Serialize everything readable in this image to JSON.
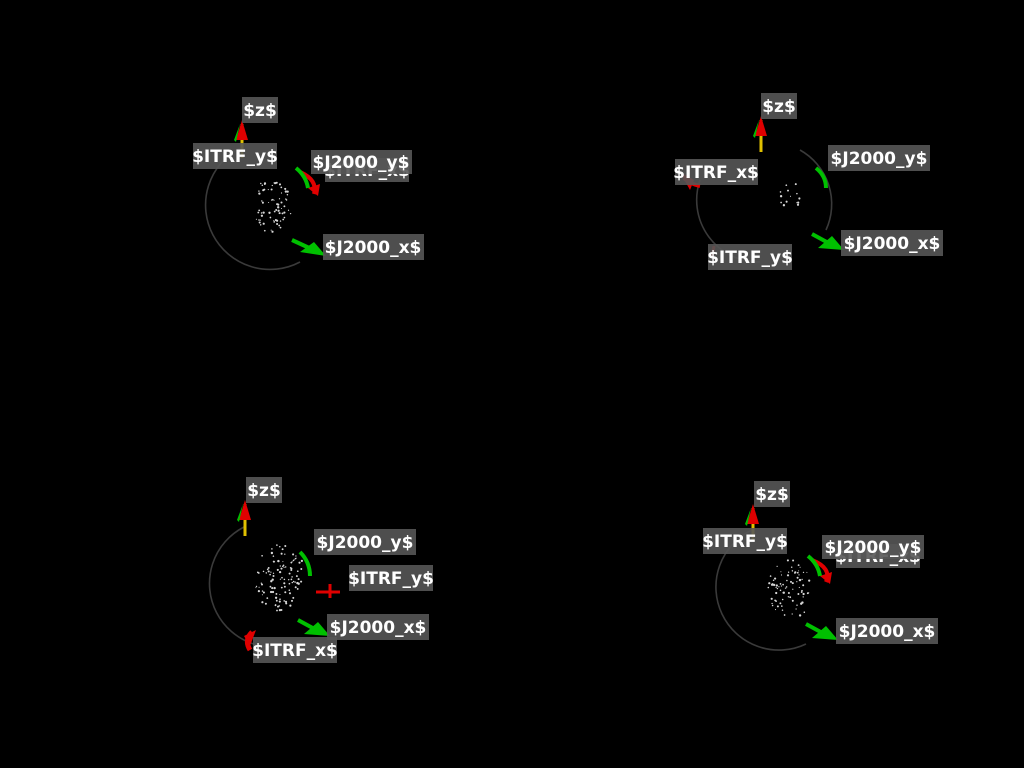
{
  "colors": {
    "background": "#000000",
    "j2000_axis": "#00c000",
    "itrf_axis": "#e00000",
    "z_axis": "#e0c000",
    "label_box": "#565656",
    "label_text": "#ffffff",
    "globe_edge": "#3a3a3a"
  },
  "views": [
    {
      "name": "top-left",
      "labels": {
        "z": "$z$",
        "itrf_y": "$ITRF_y$",
        "j2000_y": "$J2000_y$",
        "itrf_x": "$ITRF_x$",
        "j2000_x": "$J2000_x$"
      }
    },
    {
      "name": "top-right",
      "labels": {
        "z": "$z$",
        "itrf_x": "$ITRF_x$",
        "j2000_y": "$J2000_y$",
        "j2000_x": "$J2000_x$",
        "itrf_y": "$ITRF_y$"
      }
    },
    {
      "name": "bottom-left",
      "labels": {
        "z": "$z$",
        "j2000_y": "$J2000_y$",
        "itrf_y": "$ITRF_y$",
        "j2000_x": "$J2000_x$",
        "itrf_x": "$ITRF_x$"
      }
    },
    {
      "name": "bottom-right",
      "labels": {
        "z": "$z$",
        "itrf_y": "$ITRF_y$",
        "j2000_y": "$J2000_y$",
        "itrf_x": "$ITRF_x$",
        "j2000_x": "$J2000_x$"
      }
    }
  ]
}
